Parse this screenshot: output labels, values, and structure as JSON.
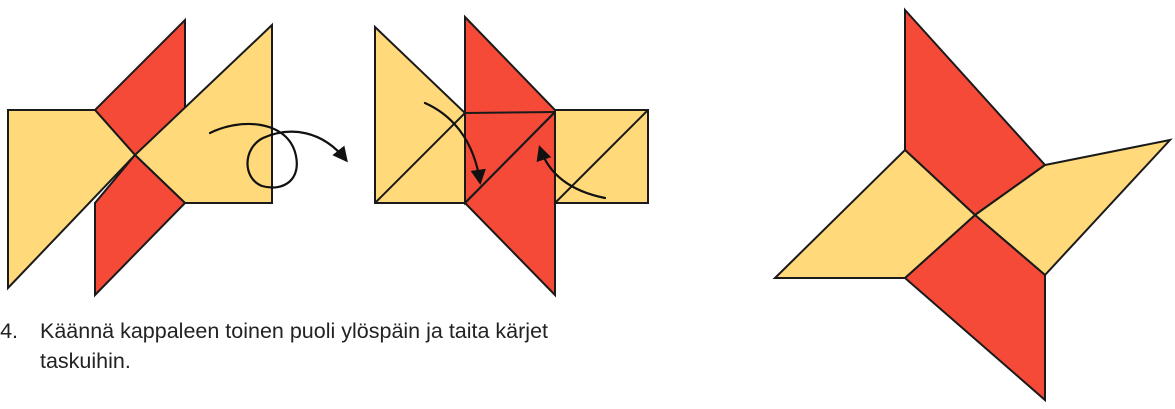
{
  "instruction": {
    "step_number": "4.",
    "text": "Käännä kappaleen toinen puoli ylöspäin ja taita kärjet\ntaskuihin."
  },
  "colors": {
    "paper_yellow": "#FFD97A",
    "paper_red": "#F44A37",
    "outline": "#1a1a1a"
  },
  "figures": [
    {
      "id": "flip-step",
      "icons": [
        "shuriken-unit-icon",
        "flip-over-arrow-icon"
      ]
    },
    {
      "id": "fold-tips-step",
      "icons": [
        "tuck-arrow-down-icon",
        "tuck-arrow-up-icon"
      ]
    },
    {
      "id": "finished-star",
      "icons": [
        "ninja-star-icon"
      ]
    }
  ]
}
